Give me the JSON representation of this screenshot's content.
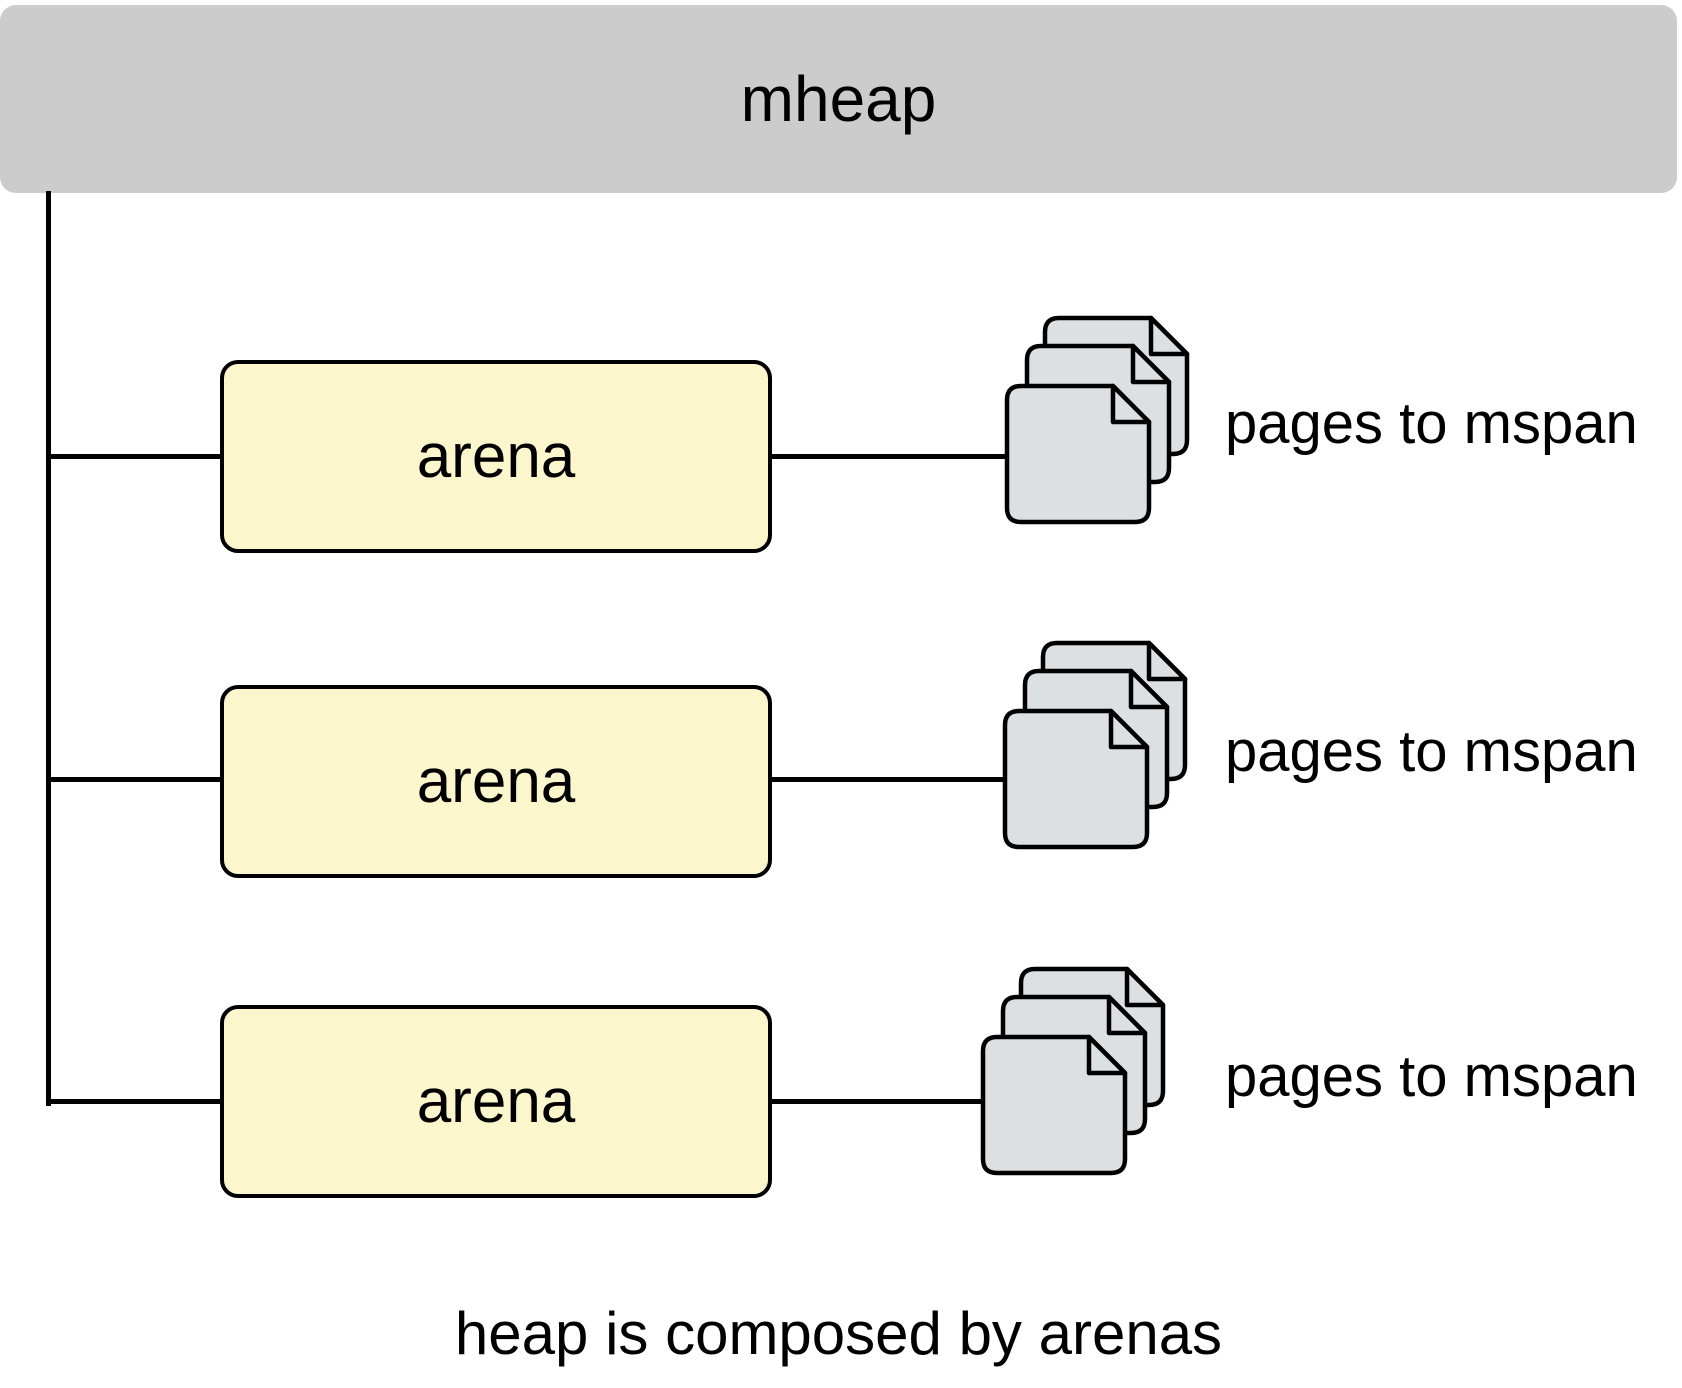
{
  "diagram": {
    "root_label": "mheap",
    "rows": [
      {
        "arena_label": "arena",
        "pages_label": "pages to mspan"
      },
      {
        "arena_label": "arena",
        "pages_label": "pages to mspan"
      },
      {
        "arena_label": "arena",
        "pages_label": "pages to mspan"
      }
    ],
    "caption": "heap is composed by arenas",
    "colors": {
      "root_fill": "#cccccc",
      "arena_fill": "#fcf6cd",
      "arena_border": "#000000",
      "page_fill": "#dce0e3",
      "line": "#000000",
      "text": "#000000"
    }
  }
}
